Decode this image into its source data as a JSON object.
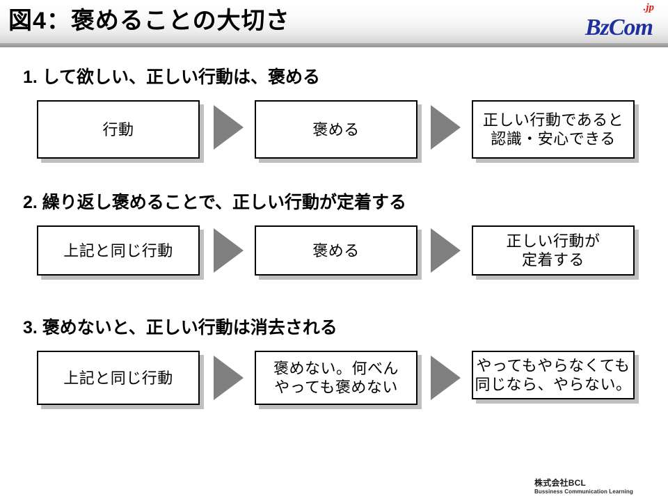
{
  "header": {
    "title": "図4：褒めることの大切さ",
    "logo": {
      "main": "BzCom",
      "tld": ".jp",
      "main_color": "#1f2f9c",
      "tld_color": "#e01b10"
    }
  },
  "sections": [
    {
      "heading": "1. して欲しい、正しい行動は、褒める",
      "steps": [
        {
          "text": "行動"
        },
        {
          "text": "褒める"
        },
        {
          "text": "正しい行動であると\n認識・安心できる"
        }
      ]
    },
    {
      "heading": "2. 繰り返し褒めることで、正しい行動が定着する",
      "steps": [
        {
          "text": "上記と同じ行動"
        },
        {
          "text": "褒める"
        },
        {
          "text": "正しい行動が\n定着する"
        }
      ]
    },
    {
      "heading": "3. 褒めないと、正しい行動は消去される",
      "steps": [
        {
          "text": "上記と同じ行動"
        },
        {
          "text": "褒めない。何べん\nやっても褒めない"
        },
        {
          "text": "やってもやらなくても\n同じなら、やらない。"
        }
      ]
    }
  ],
  "arrow": {
    "color": "#808080",
    "label": "flow-arrow"
  },
  "footer": {
    "company_jp": "株式会社BCL",
    "company_en": "Bussiness Communication Learning"
  }
}
